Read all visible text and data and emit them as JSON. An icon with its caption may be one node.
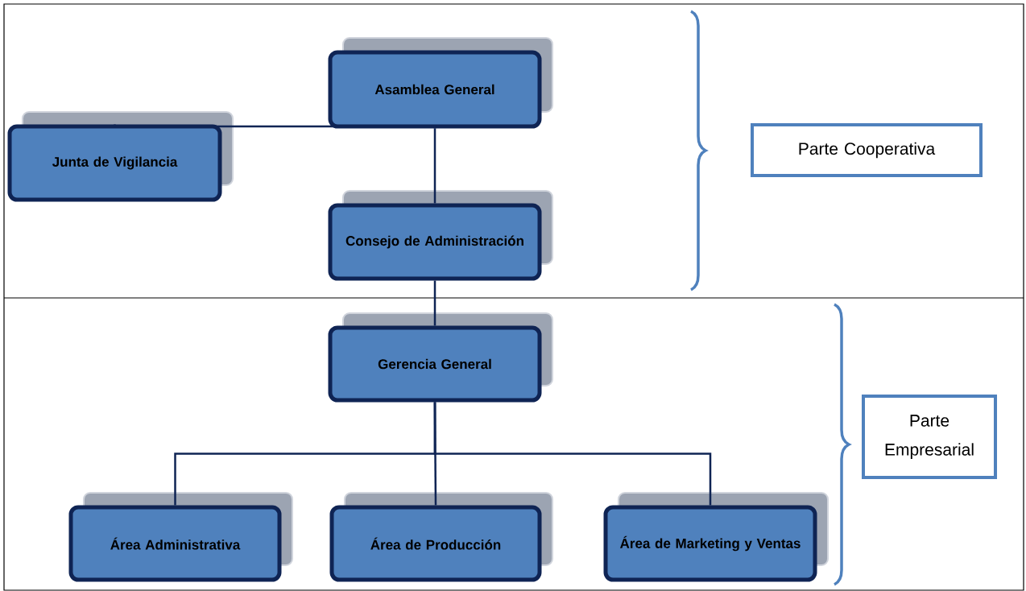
{
  "diagram": {
    "nodes": [
      {
        "text": [
          "Asamblea General"
        ]
      },
      {
        "text": [
          "Junta de Vigilancia"
        ]
      },
      {
        "text": [
          "Consejo de Administración"
        ]
      },
      {
        "text": [
          "Gerencia General"
        ]
      },
      {
        "text": [
          "Área Administrativa"
        ]
      },
      {
        "text": [
          "Área de Producción"
        ]
      },
      {
        "text": [
          "Área de Marketing y Ventas"
        ]
      },
      {
        "text": [
          "Parte Cooperativa"
        ]
      },
      {
        "text": [
          "Parte Empresarial"
        ]
      }
    ],
    "edges": [
      {
        "from": 0,
        "to": 2,
        "arrow": "none"
      },
      {
        "from": 0,
        "to": 1,
        "arrow": "none"
      },
      {
        "from": 2,
        "to": 3,
        "arrow": "none"
      },
      {
        "from": 3,
        "to": 4,
        "arrow": "none"
      },
      {
        "from": 3,
        "to": 5,
        "arrow": "none"
      },
      {
        "from": 3,
        "to": 6,
        "arrow": "none"
      }
    ]
  }
}
